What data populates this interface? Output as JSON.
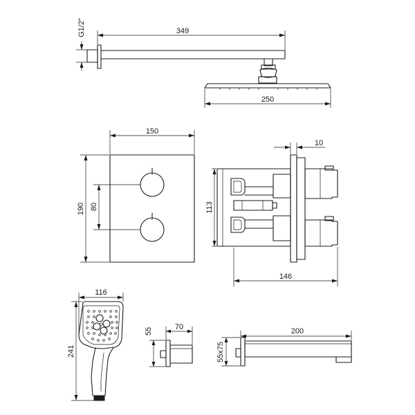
{
  "dimensions": {
    "shower_arm_thread": "G1/2\"",
    "shower_arm_length": "349",
    "shower_head_width": "250",
    "panel_width": "150",
    "panel_height": "190",
    "knob_spacing": "80",
    "depth_front": "10",
    "body_height": "113",
    "body_depth": "146",
    "hand_shower_width": "116",
    "hand_shower_length": "241",
    "outlet_height": "55",
    "outlet_depth": "70",
    "spout_length": "200",
    "spout_section": "55x75"
  }
}
